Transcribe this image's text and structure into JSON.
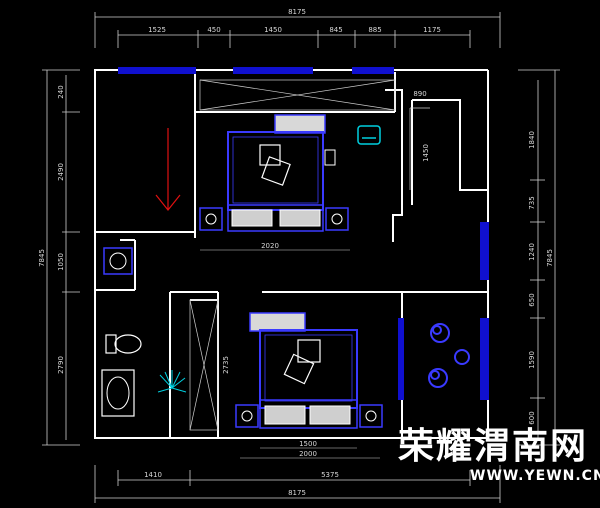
{
  "colors": {
    "background": "#000000",
    "wall": "#ffffff",
    "window": "#1010d0",
    "furniture": "#3a3aff",
    "furniture_fill": "#cfcfcf",
    "cyan_icon": "#00d0e0",
    "arrow": "#e01010",
    "dimension": "#d8d8d8"
  },
  "dimensions": {
    "top_total": "8175",
    "top_segments": [
      "1525",
      "450",
      "1450",
      "845",
      "885",
      "1175"
    ],
    "bottom_total": "8175",
    "bottom_segments": [
      "1410",
      "5375"
    ],
    "left_total": "7845",
    "left_segments": [
      "240",
      "2490",
      "1050",
      "2790"
    ],
    "right_total": "7845",
    "right_segments": [
      "1840",
      "735",
      "1240",
      "650",
      "1590",
      "600"
    ],
    "inner": {
      "bed1_width": "2020",
      "closet_upper": "890",
      "closet_upper_height": "1450",
      "bed2_width_a": "1500",
      "bed2_width_b": "2000",
      "bed2_height": "2735"
    }
  },
  "watermark": {
    "chinese": "荣耀渭南网",
    "url": "WWW.YEWN.CN"
  }
}
